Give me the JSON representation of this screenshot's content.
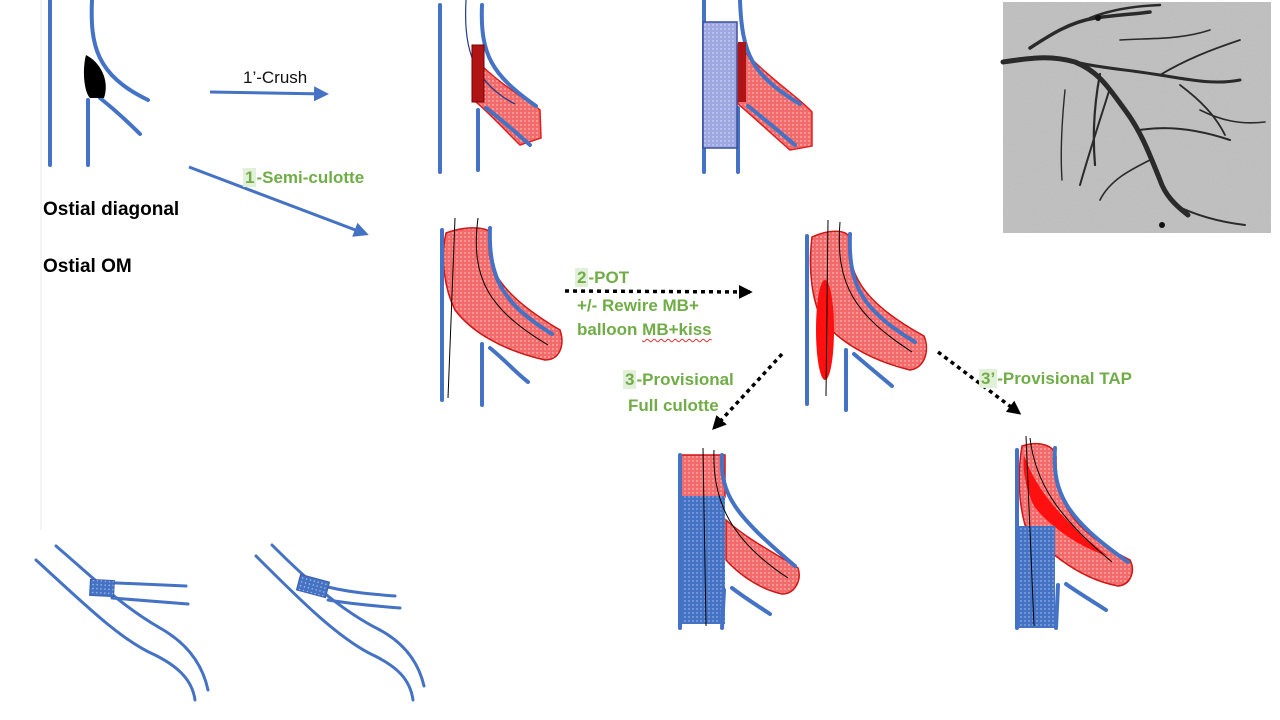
{
  "labels": {
    "ostial_diagonal": "Ostial diagonal",
    "ostial_om": "Ostial OM",
    "crush": "1’-Crush",
    "semi_culotte_num": "1",
    "semi_culotte_text": "-Semi-culotte",
    "pot_num": "2",
    "pot_text": "-POT",
    "pot_line2": "+/- Rewire MB+",
    "pot_line3_a": "balloon ",
    "pot_line3_b": "MB+kiss",
    "prov_num": "3",
    "prov_text": "-Provisional",
    "prov_line2": "Full culotte",
    "tap_num": "3’",
    "tap_text": "-Provisional TAP"
  },
  "colors": {
    "vessel": "#4472c4",
    "stent_red": "#f26a6a",
    "stent_red_edge": "#c00000",
    "dark_red": "#a50f0f",
    "bright_red": "#ff0000",
    "balloon_blue": "#9da8e0",
    "arrow_blue": "#4472c4",
    "label_green": "#70ad47",
    "label_green_bg": "#e2efd9"
  }
}
